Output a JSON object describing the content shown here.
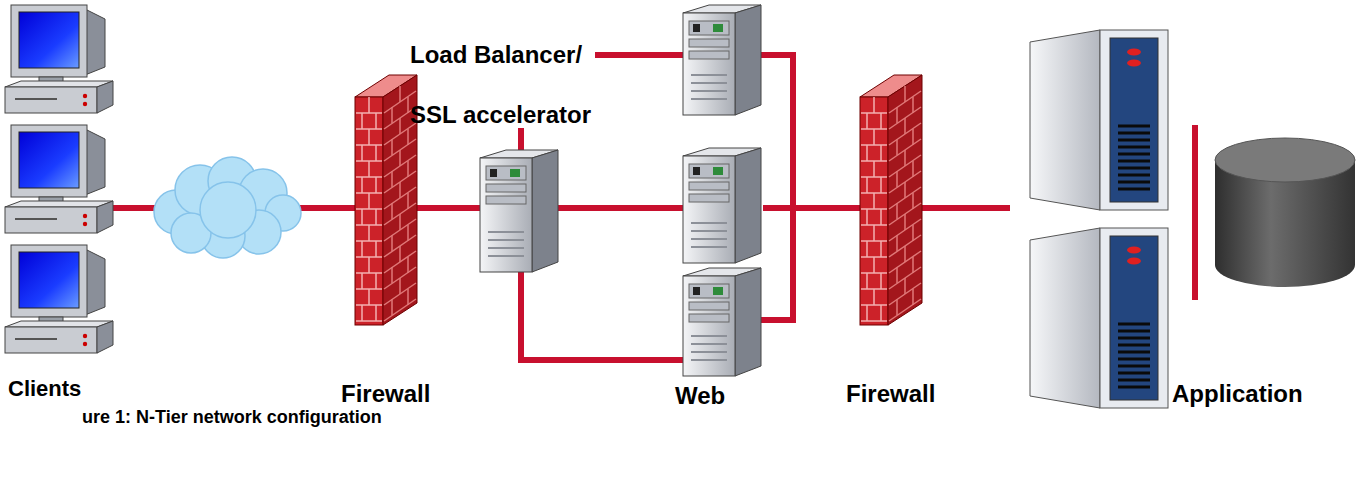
{
  "diagram": {
    "caption": "ure 1: N-Tier network configuration",
    "nodes": [
      {
        "text": [
          "Clients"
        ]
      },
      {
        "text": [
          "Firewall"
        ]
      },
      {
        "text": [
          "Load Balancer/ SSL accelerator"
        ]
      },
      {
        "text": [
          "Web"
        ]
      },
      {
        "text": [
          "Firewall"
        ]
      },
      {
        "text": [
          "Application"
        ]
      }
    ],
    "edges": [
      {
        "from": 0,
        "to": 1,
        "arrow": "none"
      },
      {
        "from": 1,
        "to": 2,
        "arrow": "none"
      },
      {
        "from": 2,
        "to": 3,
        "arrow": "none"
      },
      {
        "from": 3,
        "to": 4,
        "arrow": "none"
      },
      {
        "from": 4,
        "to": 5,
        "arrow": "none"
      }
    ]
  }
}
